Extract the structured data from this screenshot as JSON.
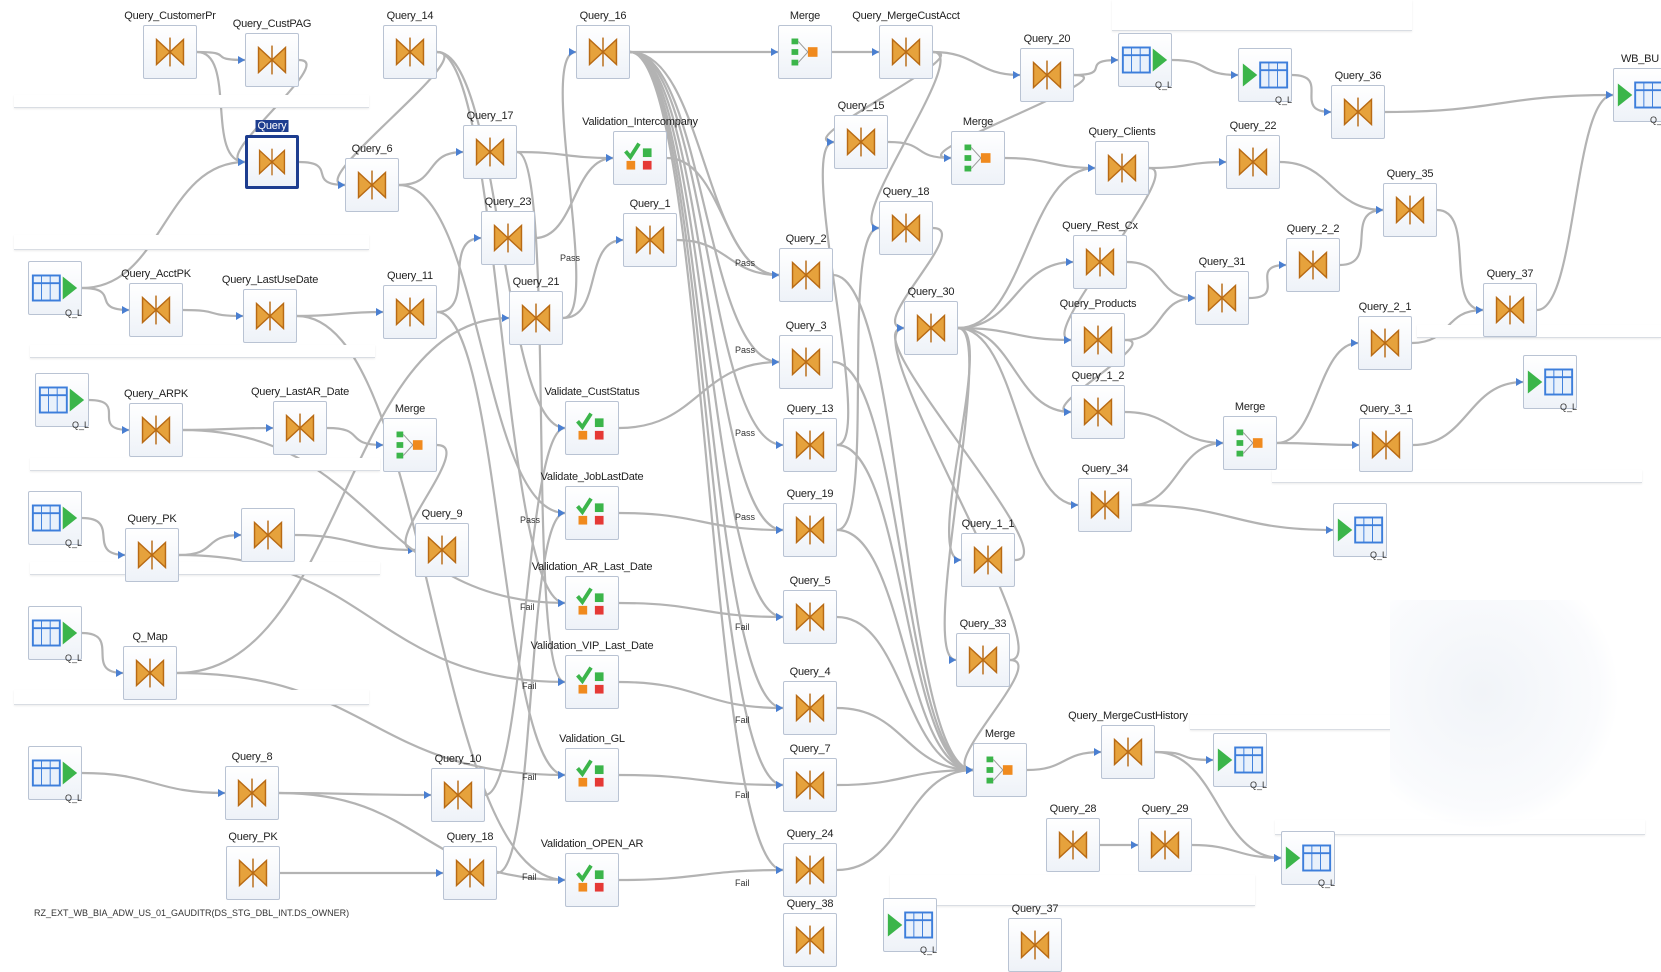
{
  "nodes": [
    {
      "id": "t1",
      "type": "transform",
      "label": "Query_CustomerPr"
    },
    {
      "id": "t2",
      "type": "transform",
      "label": "Query_CustPAG"
    },
    {
      "id": "t3",
      "type": "transform",
      "label": "Query_14"
    },
    {
      "id": "t4",
      "type": "transform",
      "label": "Query_16"
    },
    {
      "id": "m1",
      "type": "merge",
      "label": "Merge"
    },
    {
      "id": "t5",
      "type": "transform",
      "label": "Query_MergeCustAcct"
    },
    {
      "id": "t6",
      "type": "transform",
      "label": "Query_20"
    },
    {
      "id": "t7",
      "type": "transform",
      "label": "Query_36"
    },
    {
      "id": "s1",
      "type": "source",
      "label": ""
    },
    {
      "id": "tg1",
      "type": "target",
      "label": ""
    },
    {
      "id": "tg2",
      "type": "target",
      "label": "WB_BU"
    },
    {
      "id": "t8",
      "type": "transform",
      "label": "Query",
      "selected": true
    },
    {
      "id": "t9",
      "type": "transform",
      "label": "Query_6"
    },
    {
      "id": "t10",
      "type": "transform",
      "label": "Query_17"
    },
    {
      "id": "v1",
      "type": "validation",
      "label": "Validation_Intercompany"
    },
    {
      "id": "t11",
      "type": "transform",
      "label": "Query_15"
    },
    {
      "id": "m2",
      "type": "merge",
      "label": "Merge"
    },
    {
      "id": "t12",
      "type": "transform",
      "label": "Query_Clients"
    },
    {
      "id": "t13",
      "type": "transform",
      "label": "Query_22"
    },
    {
      "id": "t14",
      "type": "transform",
      "label": "Query_23"
    },
    {
      "id": "t15",
      "type": "transform",
      "label": "Query_1"
    },
    {
      "id": "t16",
      "type": "transform",
      "label": "Query_18"
    },
    {
      "id": "t17",
      "type": "transform",
      "label": "Query_35"
    },
    {
      "id": "t18",
      "type": "transform",
      "label": "Query_Rest_Cx"
    },
    {
      "id": "t19",
      "type": "transform",
      "label": "Query_2_2"
    },
    {
      "id": "t20",
      "type": "transform",
      "label": "Query_2"
    },
    {
      "id": "s2",
      "type": "source",
      "label": ""
    },
    {
      "id": "t21",
      "type": "transform",
      "label": "Query_AcctPK"
    },
    {
      "id": "t22",
      "type": "transform",
      "label": "Query_LastUseDate"
    },
    {
      "id": "t23",
      "type": "transform",
      "label": "Query_11"
    },
    {
      "id": "t24",
      "type": "transform",
      "label": "Query_21"
    },
    {
      "id": "t25",
      "type": "transform",
      "label": "Query_30"
    },
    {
      "id": "t26",
      "type": "transform",
      "label": "Query_Products"
    },
    {
      "id": "t27",
      "type": "transform",
      "label": "Query_31"
    },
    {
      "id": "t28",
      "type": "transform",
      "label": "Query_37"
    },
    {
      "id": "t29",
      "type": "transform",
      "label": "Query_3"
    },
    {
      "id": "t30",
      "type": "transform",
      "label": "Query_2_1"
    },
    {
      "id": "tg3",
      "type": "target",
      "label": ""
    },
    {
      "id": "s3",
      "type": "source",
      "label": ""
    },
    {
      "id": "t31",
      "type": "transform",
      "label": "Query_ARPK"
    },
    {
      "id": "t32",
      "type": "transform",
      "label": "Query_LastAR_Date"
    },
    {
      "id": "m3",
      "type": "merge",
      "label": "Merge"
    },
    {
      "id": "v2",
      "type": "validation",
      "label": "Validate_CustStatus"
    },
    {
      "id": "t33",
      "type": "transform",
      "label": "Query_13"
    },
    {
      "id": "t34",
      "type": "transform",
      "label": "Query_1_2"
    },
    {
      "id": "m4",
      "type": "merge",
      "label": "Merge"
    },
    {
      "id": "t35",
      "type": "transform",
      "label": "Query_3_1"
    },
    {
      "id": "s4",
      "type": "source",
      "label": ""
    },
    {
      "id": "t36",
      "type": "transform",
      "label": "Query_PK"
    },
    {
      "id": "t37",
      "type": "transform",
      "label": ""
    },
    {
      "id": "t38",
      "type": "transform",
      "label": "Query_9"
    },
    {
      "id": "v3",
      "type": "validation",
      "label": "Validate_JobLastDate"
    },
    {
      "id": "t39",
      "type": "transform",
      "label": "Query_19"
    },
    {
      "id": "t40",
      "type": "transform",
      "label": "Query_34"
    },
    {
      "id": "tg4",
      "type": "target",
      "label": ""
    },
    {
      "id": "v4",
      "type": "validation",
      "label": "Validation_AR_Last_Date"
    },
    {
      "id": "t41",
      "type": "transform",
      "label": "Query_1_1"
    },
    {
      "id": "t42",
      "type": "transform",
      "label": "Query_5"
    },
    {
      "id": "s5",
      "type": "source",
      "label": ""
    },
    {
      "id": "t43",
      "type": "transform",
      "label": "Q_Map"
    },
    {
      "id": "v5",
      "type": "validation",
      "label": "Validation_VIP_Last_Date"
    },
    {
      "id": "t44",
      "type": "transform",
      "label": "Query_33"
    },
    {
      "id": "t45",
      "type": "transform",
      "label": "Query_4"
    },
    {
      "id": "v6",
      "type": "validation",
      "label": "Validation_GL"
    },
    {
      "id": "m5",
      "type": "merge",
      "label": "Merge"
    },
    {
      "id": "t46",
      "type": "transform",
      "label": "Query_MergeCustHistory"
    },
    {
      "id": "tg5",
      "type": "target",
      "label": ""
    },
    {
      "id": "s6",
      "type": "source",
      "label": ""
    },
    {
      "id": "t47",
      "type": "transform",
      "label": "Query_8"
    },
    {
      "id": "t48",
      "type": "transform",
      "label": "Query_10"
    },
    {
      "id": "t49",
      "type": "transform",
      "label": "Query_7"
    },
    {
      "id": "t50",
      "type": "transform",
      "label": "Query_28"
    },
    {
      "id": "t51",
      "type": "transform",
      "label": "Query_29"
    },
    {
      "id": "tg6",
      "type": "target",
      "label": ""
    },
    {
      "id": "t52",
      "type": "transform",
      "label": "Query_PK"
    },
    {
      "id": "t53",
      "type": "transform",
      "label": "Query_18"
    },
    {
      "id": "v7",
      "type": "validation",
      "label": "Validation_OPEN_AR"
    },
    {
      "id": "t54",
      "type": "transform",
      "label": "Query_24"
    },
    {
      "id": "tg7",
      "type": "target",
      "label": ""
    },
    {
      "id": "t55",
      "type": "transform",
      "label": "Query_38"
    },
    {
      "id": "t56",
      "type": "transform",
      "label": "Query_37"
    }
  ],
  "port_labels": {
    "pass": "Pass",
    "fail": "Fail"
  },
  "ql_label": "Q_L",
  "footer_text": "RZ_EXT_WB_BIA_ADW_US_01_GAUDITR(DS_STG_DBL_INT.DS_OWNER)",
  "colors": {
    "wire": "#b3b3b3",
    "arrow": "#4a7fd1",
    "bowtie_gold": "#e6a23c",
    "bowtie_dark": "#b86a14",
    "source_blue": "#3d7edb",
    "play_green": "#3bb54a",
    "selected_border": "#1d3d8f"
  }
}
